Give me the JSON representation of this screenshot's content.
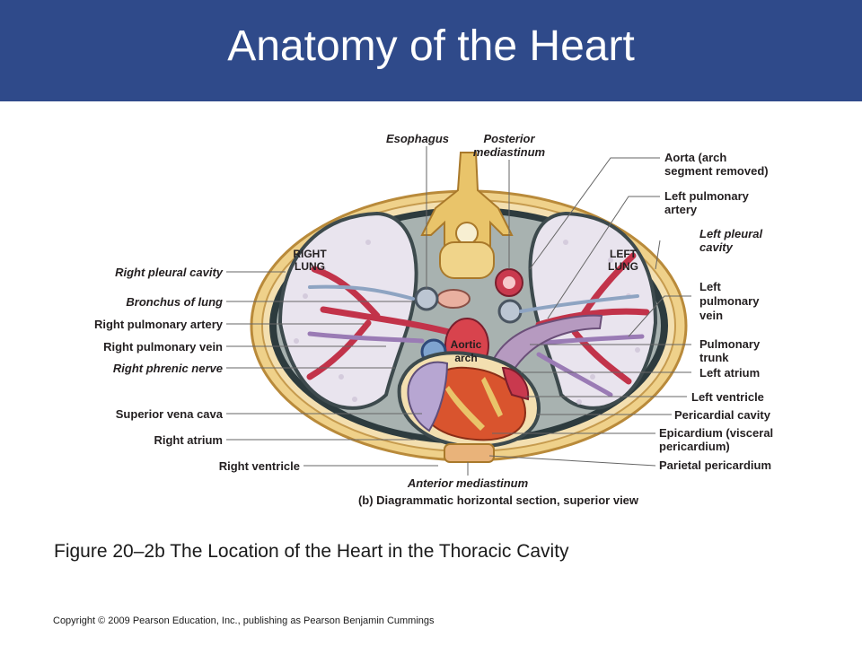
{
  "slide": {
    "title": "Anatomy of the Heart",
    "caption": "Figure 20–2b The Location of the Heart in the Thoracic Cavity",
    "copyright": "Copyright © 2009 Pearson Education, Inc., publishing as Pearson Benjamin Cummings"
  },
  "colors": {
    "title_bar": "#2f4a8a",
    "lung_tissue": "#e9e4ee",
    "heart": "#d9542e",
    "artery": "#c2334a",
    "trunk": "#b69ac0",
    "bone": "#e9c46a",
    "pleura": "#2d3b3e"
  },
  "diagram": {
    "labels_left": [
      "Right pleural cavity",
      "Bronchus of lung",
      "Right pulmonary artery",
      "Right pulmonary vein",
      "Right phrenic nerve",
      "Superior vena cava",
      "Right atrium",
      "Right ventricle"
    ],
    "labels_right": [
      "Aorta (arch",
      "segment removed)",
      "Left pulmonary",
      "artery",
      "Left pleural",
      "cavity",
      "Left",
      "pulmonary",
      "vein",
      "Pulmonary",
      "trunk",
      "Left atrium",
      "Left ventricle",
      "Pericardial cavity",
      "Epicardium (visceral",
      "pericardium)",
      "Parietal pericardium"
    ],
    "labels_top": [
      "Esophagus",
      "Posterior",
      "mediastinum"
    ],
    "labels_bottom": [
      "Anterior mediastinum",
      "(b) Diagrammatic horizontal section, superior view"
    ],
    "labels_inside": [
      "RIGHT",
      "LUNG",
      "LEFT",
      "LUNG",
      "Aortic",
      "arch"
    ]
  }
}
